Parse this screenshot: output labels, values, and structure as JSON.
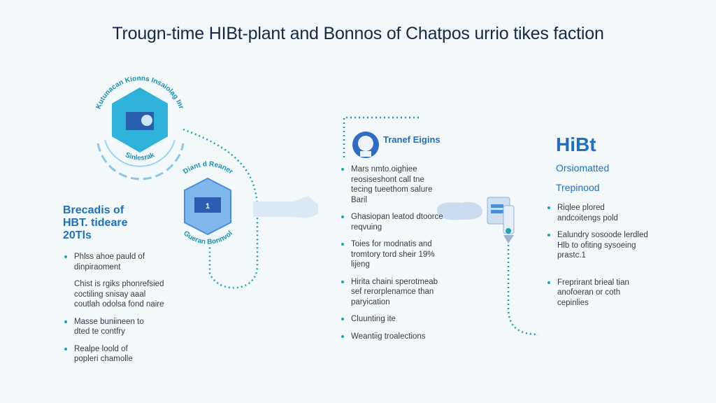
{
  "title": "Trougn-time HIBt-plant and Bonnos of Chatpos urrio tikes faction",
  "badge1": {
    "top_label": "Kutunacan Kionns Insaiolag Inr",
    "bottom_label": "Sinlesrak"
  },
  "badge2": {
    "top_label": "Diant d Reaner",
    "bottom_label": "Gueran Bonnvol",
    "number": "1"
  },
  "left": {
    "heading": [
      "Brecadis of",
      "HBT. tideare",
      "20Tls"
    ],
    "items": [
      {
        "text": "Phlss ahoe pauld of dinpiraoment",
        "bullet": true
      },
      {
        "text": "Chist is rgiks phonrefsied coctiling snisay aaal coutlah odolsa fond naire",
        "bullet": false
      },
      {
        "text": "Masse buniineen to dted te contfry",
        "bullet": true
      },
      {
        "text": "Realpe loold of popleri chamolle",
        "bullet": true
      }
    ]
  },
  "middle": {
    "heading": "Tranef Eigins",
    "items": [
      "Mars nmto.oighiee reosiseshont call tne tecing tueethom salure Baril",
      "Ghasiopan leatod dtoorce reqvuing",
      "Toies for modnatis and tromtory tord sheir 19% lijeng",
      "Hirita chaini sperotmeab sef rerorplenamce than paryication",
      "Cluunting ite",
      "Weantiig troalections"
    ]
  },
  "right": {
    "heading": "HiBt",
    "sub1": "Orsiomatted",
    "sub2": "Trepinood",
    "items": [
      "Riqlee plored andcoitengs pold",
      "Ealundry sosoode lerdled Hlb to ofiting sysoeing prastc.1",
      "Freprirant brieal tian anofoeran or coth cepinlies"
    ]
  },
  "colors": {
    "accent": "#1aa3b5",
    "heading_blue": "#1f6fc0",
    "title": "#142a45"
  }
}
